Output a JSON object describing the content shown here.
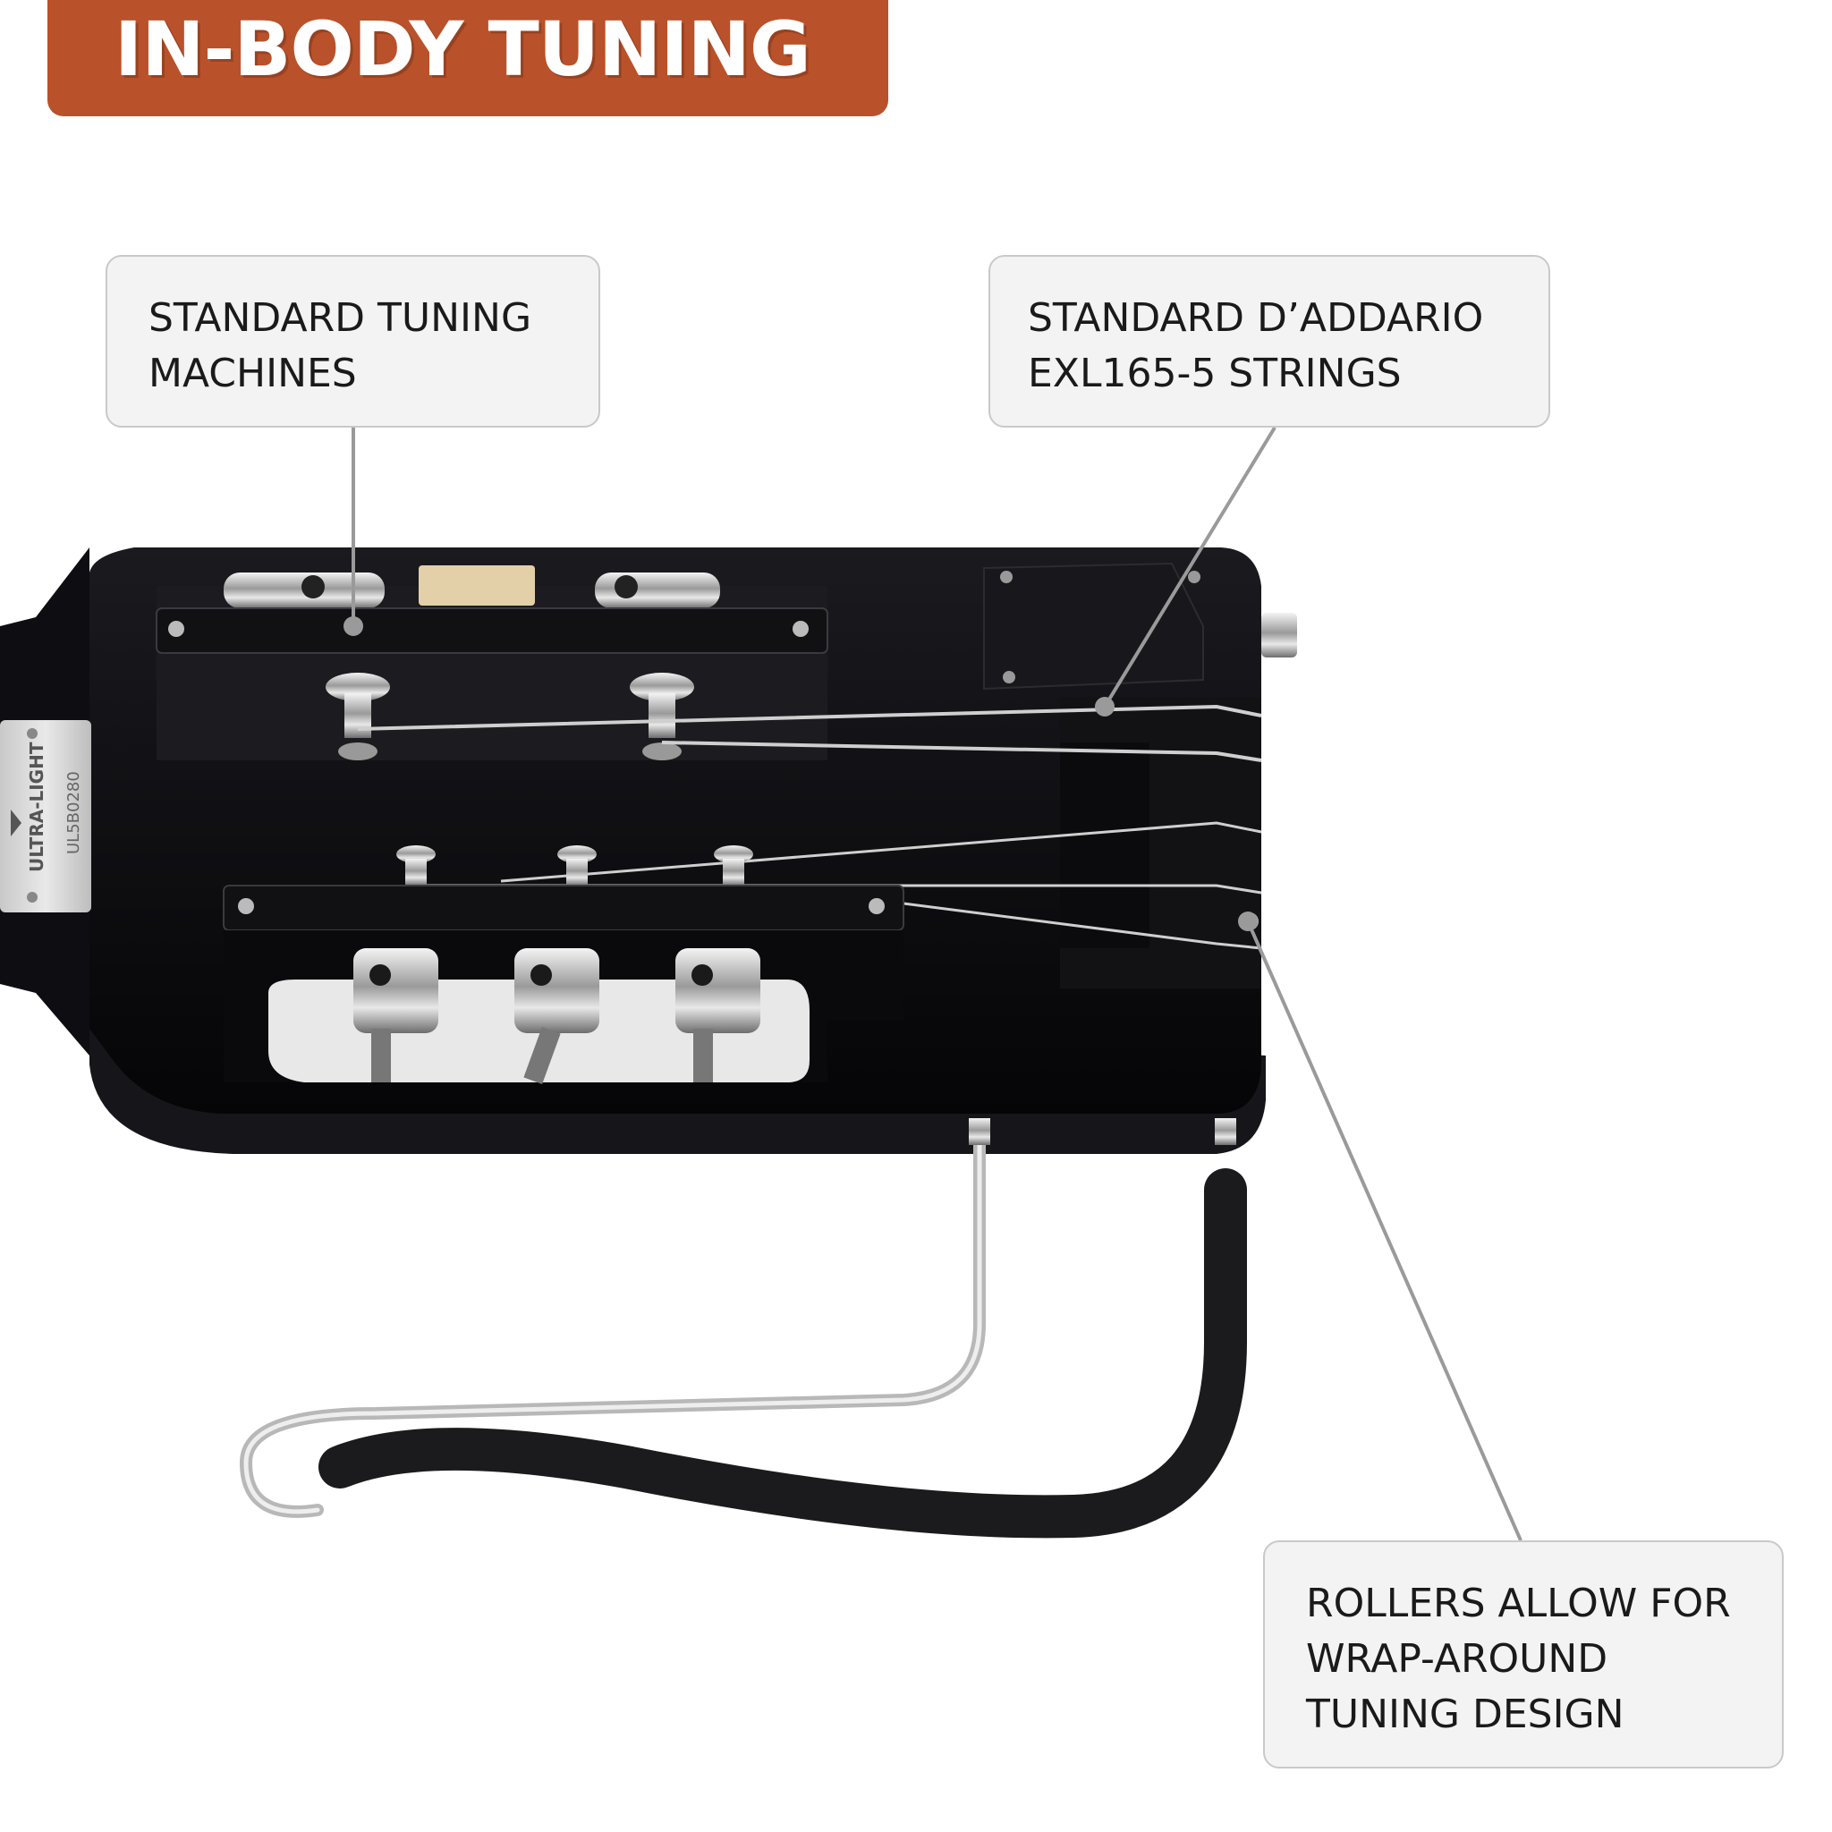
{
  "banner": {
    "title": "IN-BODY TUNING"
  },
  "callouts": {
    "tuning_machines": {
      "lines": [
        "STANDARD TUNING",
        "MACHINES"
      ]
    },
    "strings": {
      "lines": [
        "STANDARD D’ADDARIO",
        "EXL165-5 STRINGS"
      ]
    },
    "rollers": {
      "lines": [
        "ROLLERS ALLOW FOR",
        "WRAP-AROUND",
        "TUNING DESIGN"
      ]
    }
  },
  "nameplate": {
    "brand": "ULTRA-LIGHT",
    "serial": "UL5B0280"
  },
  "colors": {
    "banner": "#b9512a",
    "callout_bg": "#f3f3f3",
    "callout_border": "#c9c9c9",
    "guitar_body": "#0b0b0e",
    "leader_line": "#9a9a9a"
  }
}
